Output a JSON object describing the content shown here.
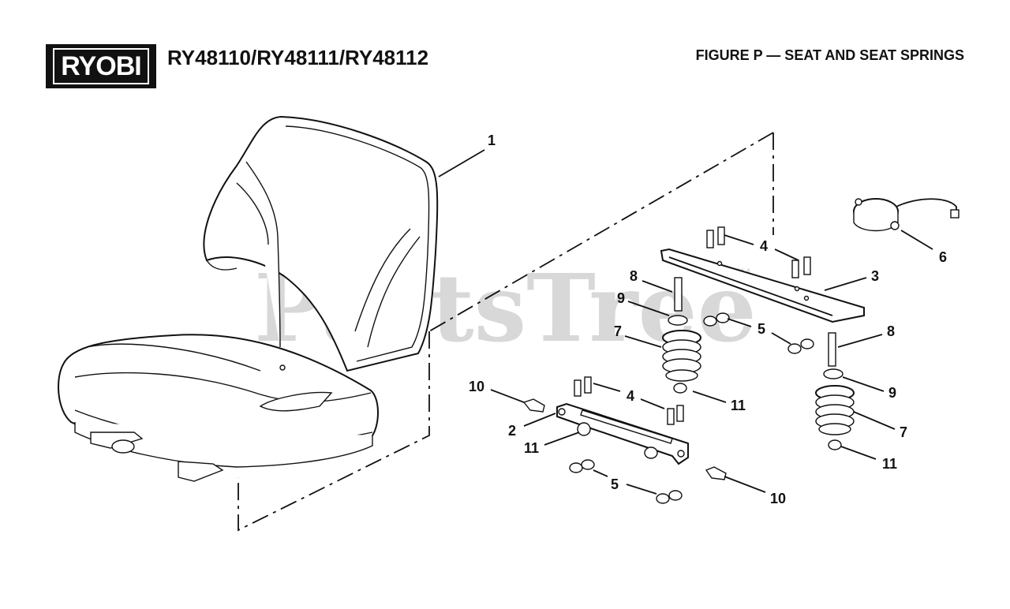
{
  "header": {
    "logo_text": "RYOBI",
    "model_title": "RY48110/RY48111/RY48112",
    "figure_title": "FIGURE P — SEAT AND SEAT SPRINGS"
  },
  "watermark": {
    "text": "PartsTree",
    "tm": "TM"
  },
  "callouts": {
    "c1": "1",
    "c2": "2",
    "c3": "3",
    "c4a": "4",
    "c4b": "4",
    "c5a": "5",
    "c5b": "5",
    "c6": "6",
    "c7a": "7",
    "c7b": "7",
    "c8a": "8",
    "c8b": "8",
    "c9a": "9",
    "c9b": "9",
    "c10a": "10",
    "c10b": "10",
    "c11a": "11",
    "c11b": "11",
    "c11c": "11"
  },
  "colors": {
    "ink": "#111111",
    "watermark": "#d8d8d8",
    "background": "#ffffff"
  }
}
